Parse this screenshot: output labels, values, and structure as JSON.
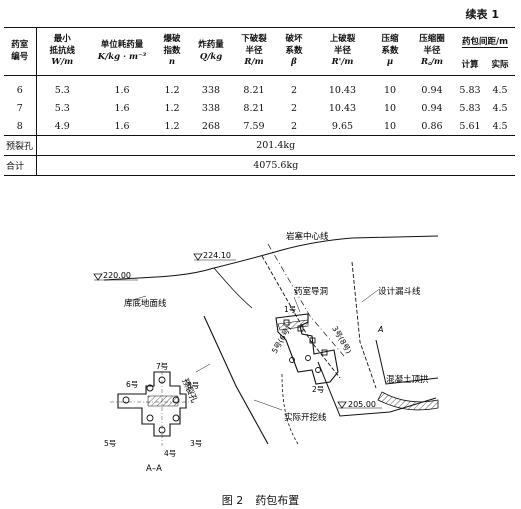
{
  "continued_label": "续表 1",
  "table": {
    "headers": {
      "chamber_no": [
        "药室",
        "编号"
      ],
      "min_burden": [
        "最小",
        "抵抗线",
        "W/m"
      ],
      "unit_charge": [
        "单位耗药量",
        "K/kg · m⁻³"
      ],
      "blast_index": [
        "爆破",
        "指数",
        "n"
      ],
      "charge": [
        "炸药量",
        "Q/kg"
      ],
      "lower_radius": [
        "下破裂",
        "半径",
        "R/m"
      ],
      "damage_coeff": [
        "破坏",
        "系数",
        "β"
      ],
      "upper_radius": [
        "上破裂",
        "半径",
        "R'/m"
      ],
      "compression_coeff": [
        "压缩",
        "系数",
        "μ"
      ],
      "compression_radius": [
        "压缩圈",
        "半径",
        "R꜀/m"
      ],
      "spacing": "药包间距/m",
      "spacing_calc": "计算",
      "spacing_actual": "实际"
    },
    "rows": [
      [
        "6",
        "5.3",
        "1.6",
        "1.2",
        "338",
        "8.21",
        "2",
        "10.43",
        "10",
        "0.94",
        "5.83",
        "4.5"
      ],
      [
        "7",
        "5.3",
        "1.6",
        "1.2",
        "338",
        "8.21",
        "2",
        "10.43",
        "10",
        "0.94",
        "5.83",
        "4.5"
      ],
      [
        "8",
        "4.9",
        "1.6",
        "1.2",
        "268",
        "7.59",
        "2",
        "9.65",
        "10",
        "0.86",
        "5.61",
        "4.5"
      ]
    ],
    "presplit": {
      "label": "预裂孔",
      "value": "201.4kg"
    },
    "total": {
      "label": "合计",
      "value": "4075.6kg"
    }
  },
  "figure": {
    "labels": {
      "rock_centerline": "岩塞中心线",
      "chamber_drift": "药室导洞",
      "design_funnel": "设计漏斗线",
      "reservoir_bottom": "库底地面线",
      "presplit_holes": "预裂孔",
      "actual_excavation": "实际开挖线",
      "concrete_arch": "混凝土顶拱",
      "section_mark": "A",
      "section_title": "A–A"
    },
    "elevations": [
      "224.10",
      "220.00",
      "205.00"
    ],
    "charges": {
      "n1": "1号",
      "n2": "2号",
      "n3": "3号",
      "n3_8": "3号(8号)",
      "n4": "4号",
      "n5": "5号",
      "n5_6": "5号(6号)",
      "n6": "6号",
      "n7": "7号",
      "n8": "8号"
    }
  },
  "caption": {
    "number": "图 2",
    "title": "药包布置"
  }
}
